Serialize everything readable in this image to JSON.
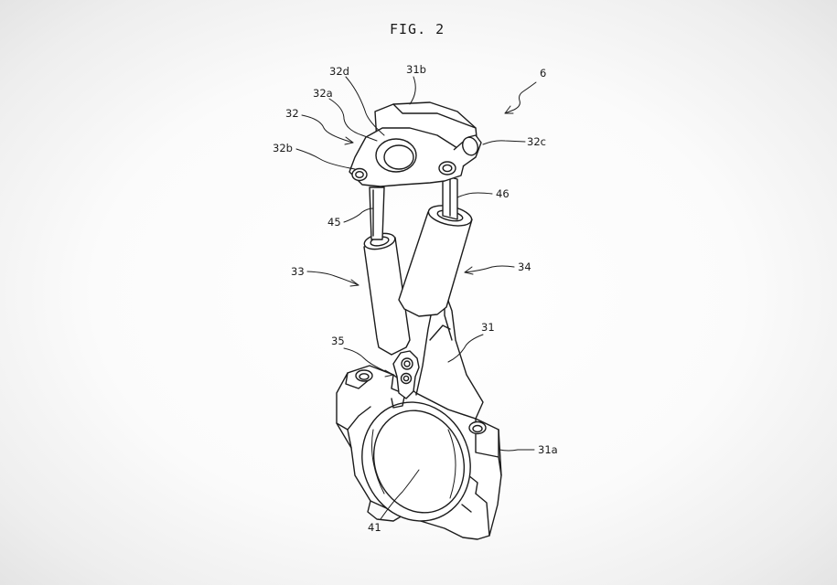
{
  "figure": {
    "title": "FIG. 2"
  },
  "labels": {
    "l6": "6",
    "l31b": "31b",
    "l32d": "32d",
    "l32a": "32a",
    "l32": "32",
    "l32b": "32b",
    "l32c": "32c",
    "l46": "46",
    "l45": "45",
    "l33": "33",
    "l34": "34",
    "l31": "31",
    "l35": "35",
    "l31a": "31a",
    "l41": "41"
  },
  "colors": {
    "line": "#1c1c1c",
    "paper": "#ffffff"
  }
}
